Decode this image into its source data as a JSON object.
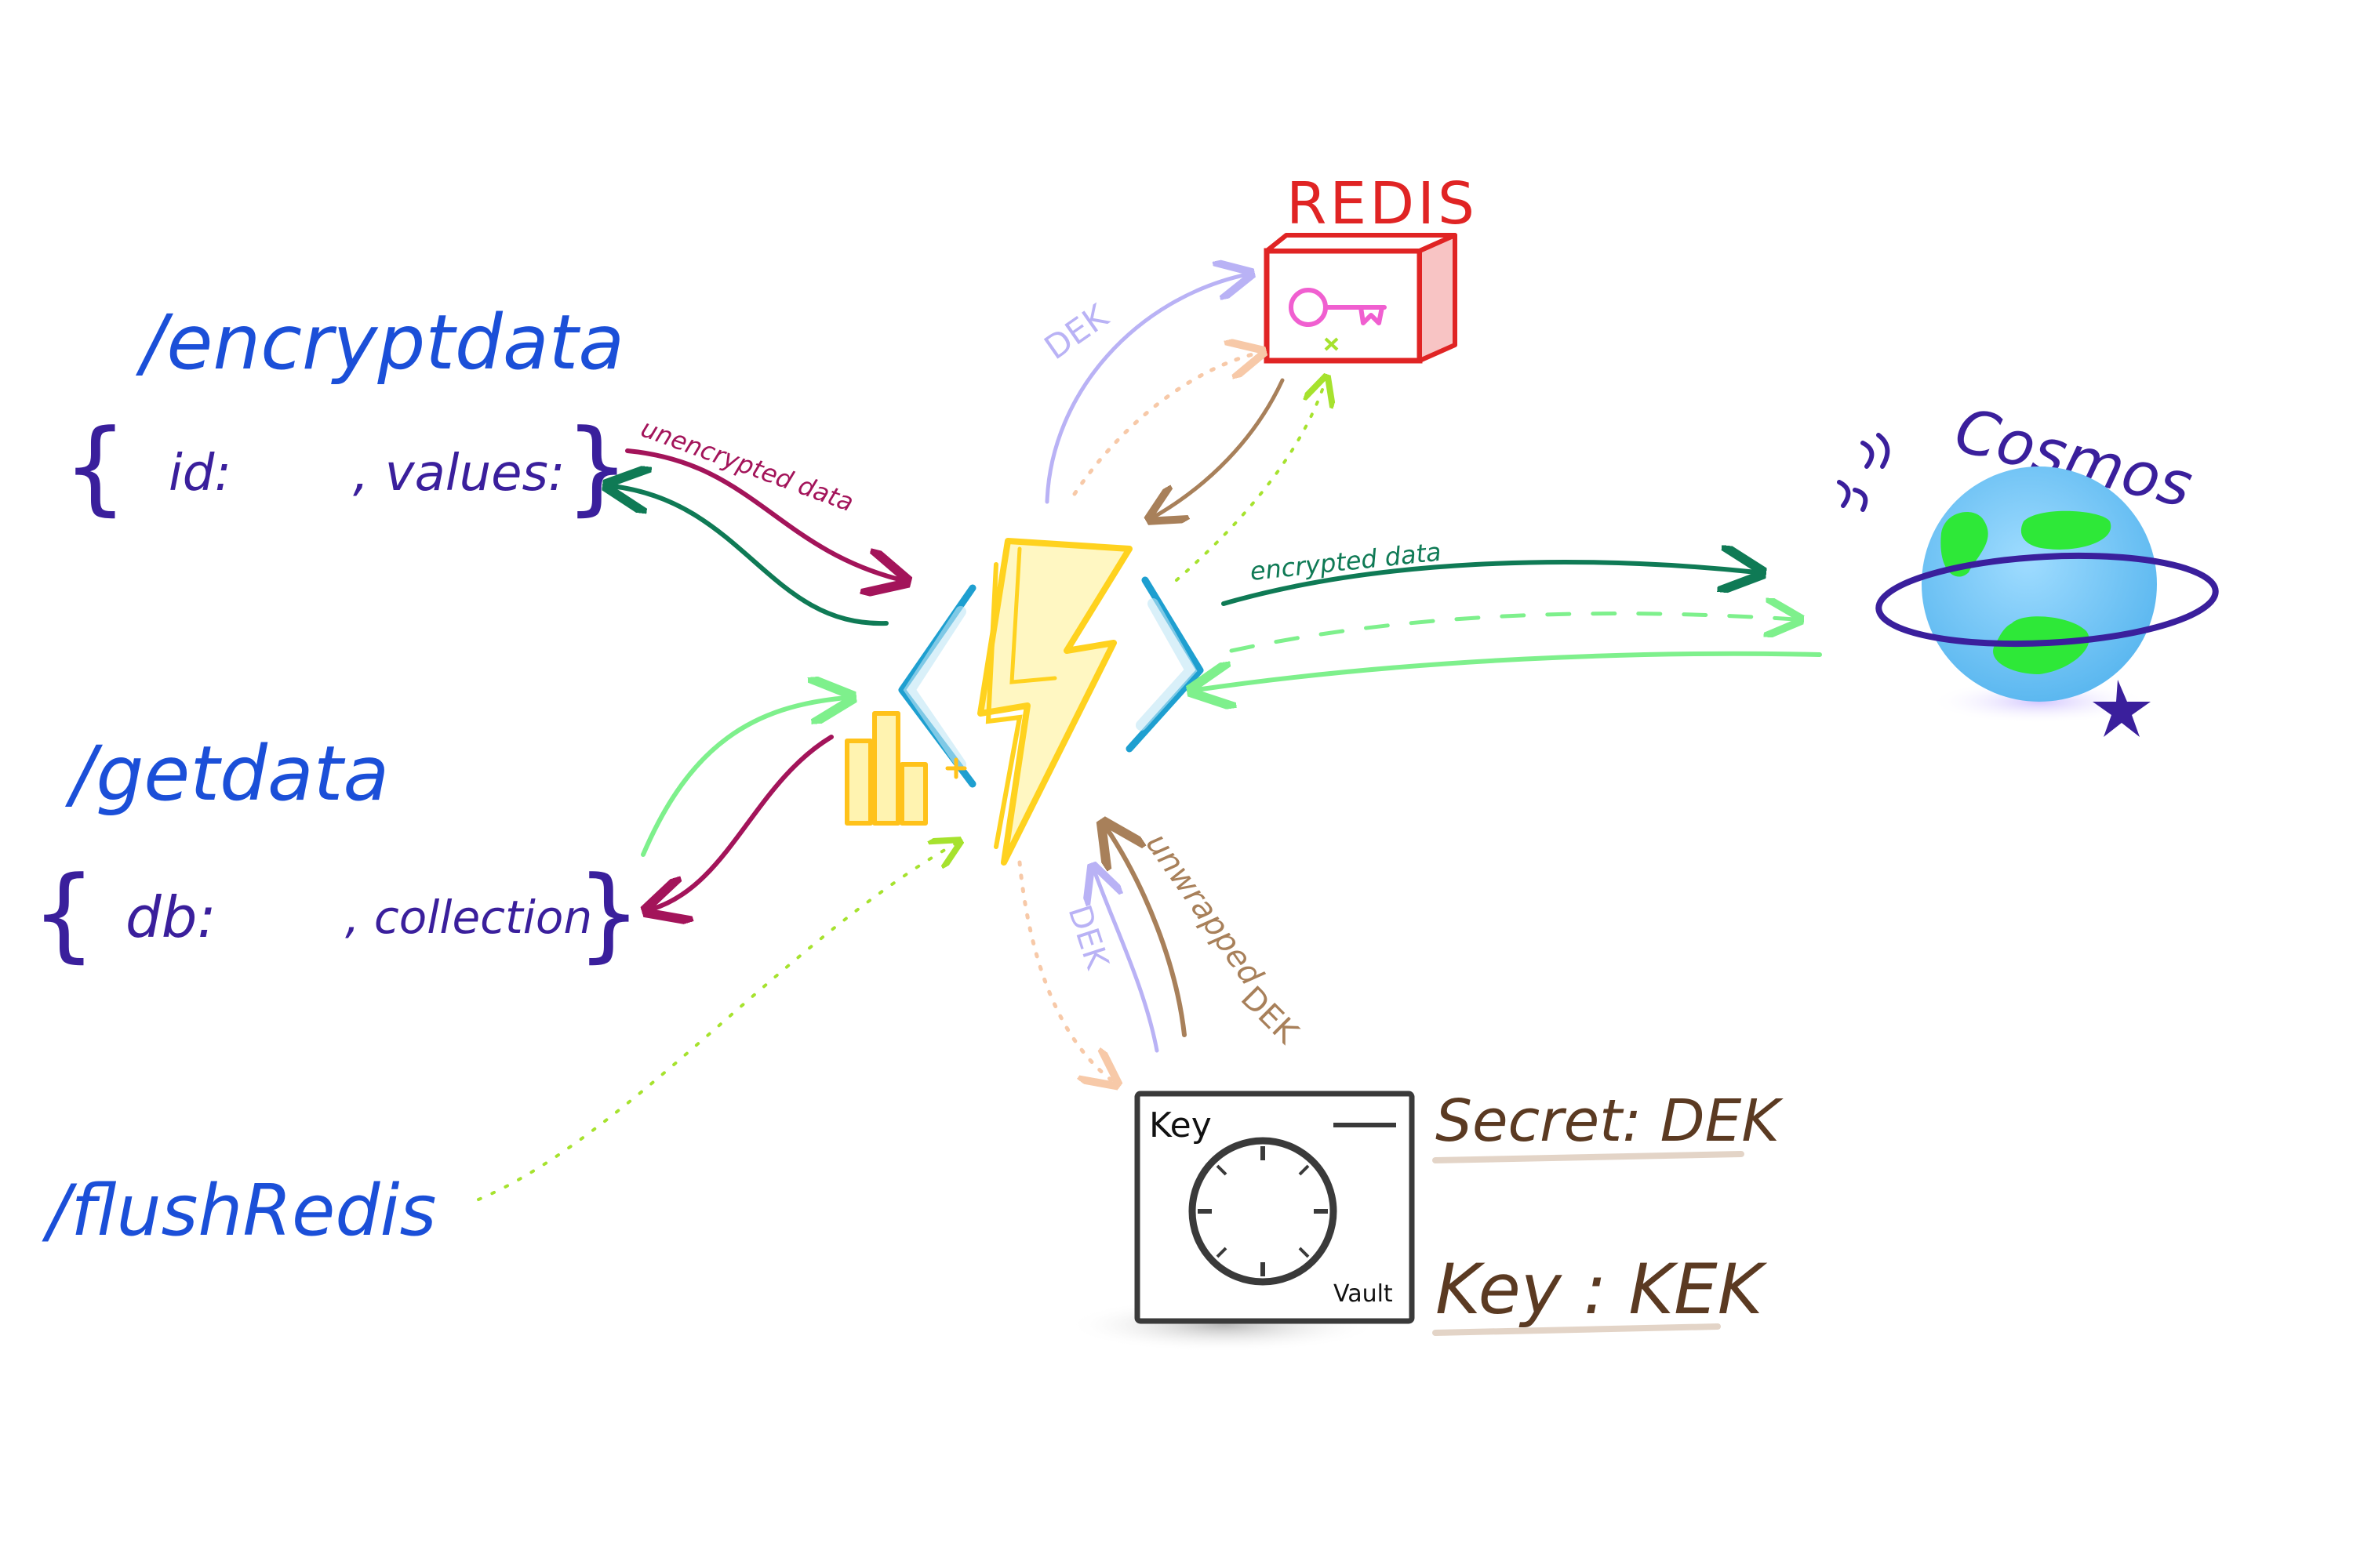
{
  "endpoints": {
    "encrypt": {
      "route": "/encryptdata",
      "body_open": "{",
      "body_a": "id:",
      "body_b": ", values:",
      "body_close": "}"
    },
    "get": {
      "route": "/getdata",
      "body_open": "{",
      "body_a": "db:",
      "body_b": ", collection",
      "body_close": "}"
    },
    "flush": {
      "route": "/flushRedis"
    }
  },
  "services": {
    "redis": {
      "label": "REDIS"
    },
    "cosmos": {
      "label": "Cosmos"
    },
    "keyvault": {
      "label_top": "Key",
      "label_bottom": "Vault"
    }
  },
  "keyvault_items": {
    "secret": "Secret: DEK",
    "key": "Key : KEK"
  },
  "edge_labels": {
    "unencrypted": "unencrypted data",
    "encrypted": "encrypted data",
    "dek_redis": "DEK",
    "dek_vault": "DEK",
    "unwrapped_line1": "unwrapped",
    "unwrapped_line2": "DEK"
  },
  "colors": {
    "endpoint_blue": "#1b4fd8",
    "body_purple": "#3a1f9c",
    "redis_red": "#e02424",
    "cosmos_purple": "#3a1f9c",
    "vault_brown": "#5b3a22",
    "function_yellow": "#ffd21f",
    "function_blue": "#1e9fd0",
    "unencrypted_magenta": "#a3145a",
    "encrypted_green": "#0f7a55",
    "light_green": "#7ef08c",
    "lavender": "#b9b2f5",
    "tan": "#a8805a",
    "peach": "#f7c9a8",
    "lime_dotted": "#a6e22e"
  }
}
